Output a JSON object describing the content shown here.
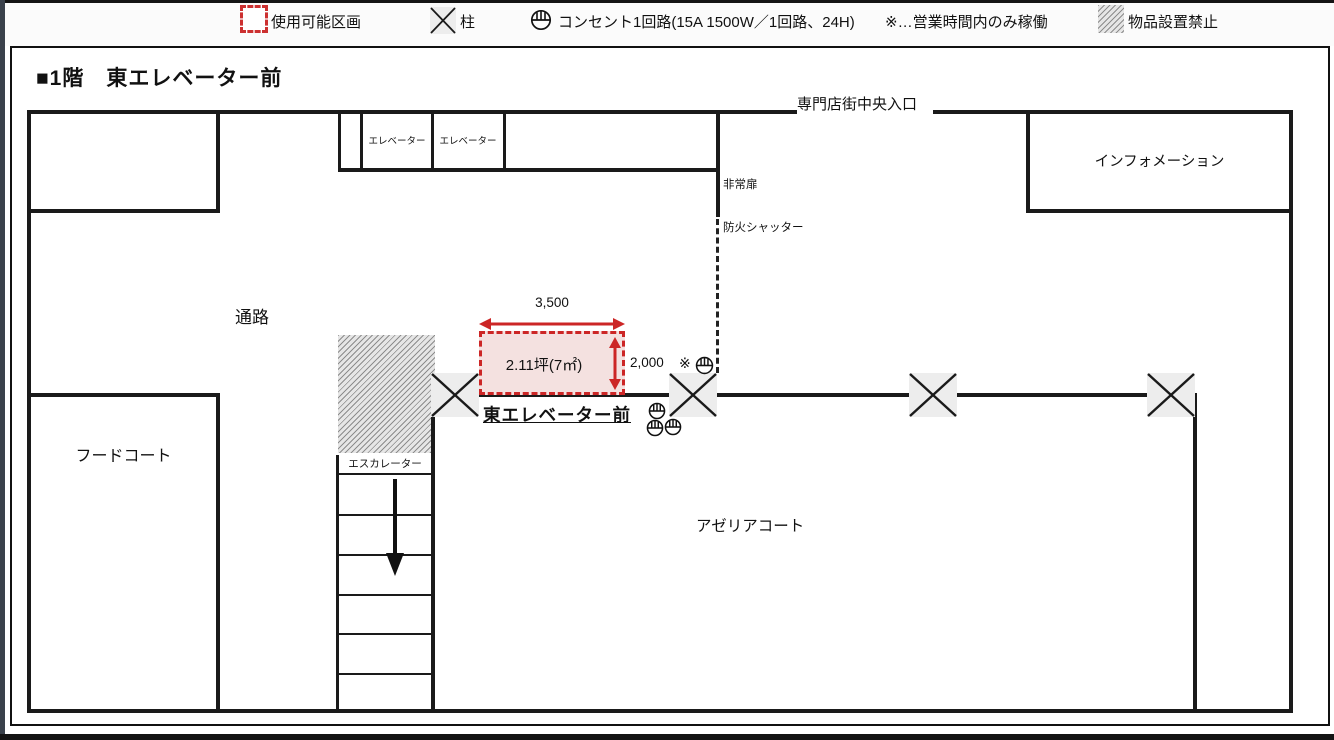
{
  "legend": {
    "items": [
      {
        "label": "使用可能区画",
        "icon": "red-dashed-box"
      },
      {
        "label": "柱",
        "icon": "pillar-x"
      },
      {
        "label": "コンセント1回路(15A 1500W／1回路、24H)",
        "note": "※…営業時間内のみ稼働",
        "icon": "outlet"
      },
      {
        "label": "物品設置禁止",
        "icon": "hatch"
      }
    ]
  },
  "title": "■1階　東エレベーター前",
  "plan": {
    "entrance_label": "専門店街中央入口",
    "information_label": "インフォメーション",
    "elevator_label_1": "エレベーター",
    "elevator_label_2": "エレベーター",
    "emergency_door_label": "非常扉",
    "fire_shutter_label": "防火シャッター",
    "passage_label": "通路",
    "food_court_label": "フードコート",
    "azalea_court_label": "アゼリアコート",
    "escalator_label": "エスカレーター",
    "spot": {
      "name": "東エレベーター前",
      "area": "2.11坪(7㎡)",
      "width_mm": "3,500",
      "depth_mm": "2,000",
      "outlet_note": "※"
    }
  },
  "colors": {
    "accent_red": "#cc2626",
    "zone_fill": "#f4e1e0",
    "wall": "#1a1a1a",
    "pillar_bg": "#ededed"
  }
}
